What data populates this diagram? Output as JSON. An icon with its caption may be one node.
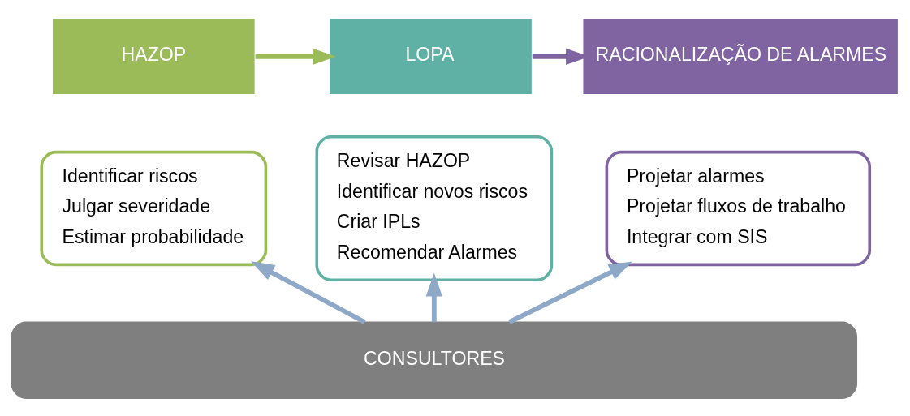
{
  "diagram": {
    "nodes": [
      {
        "text": [
          "HAZOP"
        ]
      },
      {
        "text": [
          "Identificar riscos",
          "Julgar severidade",
          "Estimar probabilidade"
        ]
      },
      {
        "text": [
          "LOPA"
        ]
      },
      {
        "text": [
          "Revisar HAZOP",
          "Identificar novos riscos",
          "Criar IPLs",
          "Recomendar Alarmes"
        ]
      },
      {
        "text": [
          "RACIONALIZAÇÃO DE ALARMES"
        ]
      },
      {
        "text": [
          "Projetar alarmes",
          "Projetar fluxos de trabalho",
          "Integrar com SIS"
        ]
      },
      {
        "text": [
          "CONSULTORES"
        ]
      }
    ],
    "edges": [
      {
        "from": 0,
        "to": 2,
        "arrow": "to",
        "color": "#9bbb59"
      },
      {
        "from": 2,
        "to": 4,
        "arrow": "to",
        "color": "#8064a2"
      },
      {
        "from": 6,
        "to": 1,
        "arrow": "to"
      },
      {
        "from": 6,
        "to": 3,
        "arrow": "to"
      },
      {
        "from": 6,
        "to": 5,
        "arrow": "to"
      }
    ]
  }
}
